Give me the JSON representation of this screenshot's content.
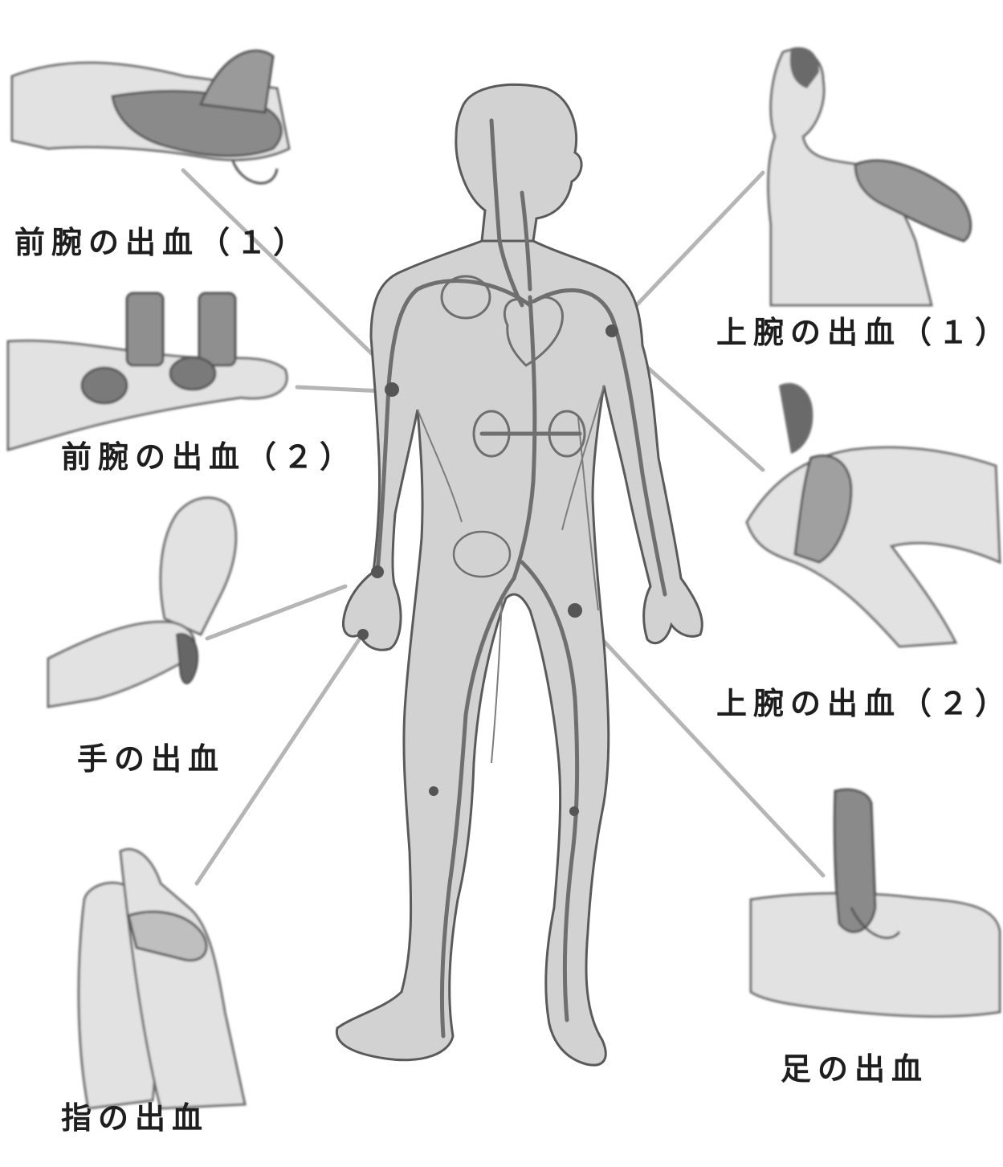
{
  "labels": {
    "forearm_1": "前腕の出血（１）",
    "forearm_2": "前腕の出血（２）",
    "hand": "手の出血",
    "finger": "指の出血",
    "upper_arm_1": "上腕の出血（１）",
    "upper_arm_2": "上腕の出血（２）",
    "foot": "足の出血"
  },
  "colors": {
    "skin": "#d2d2d2",
    "outline": "#5a5a5a",
    "vessel": "#6f6f6f",
    "leader_line": "#b5b5b5",
    "text": "#1e1e1e"
  }
}
